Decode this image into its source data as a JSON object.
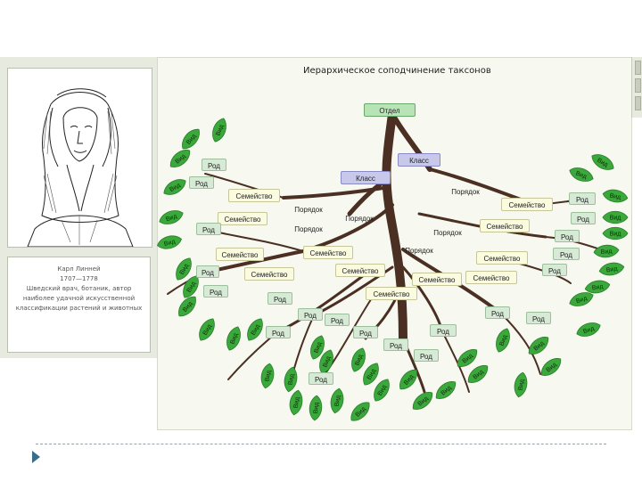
{
  "diagram": {
    "title": "Иерархическое соподчинение таксонов",
    "otdel": "Отдел",
    "klass": "Класс",
    "poryadok": "Порядок",
    "semeistvo": "Семейство",
    "rod": "Род",
    "vid": "Вид"
  },
  "portrait": {
    "caption_lines": [
      "Карл Линней",
      "1707—1778",
      "Шведский врач, ботаник, автор",
      "наиболее удачной искусственной",
      "классификации растений и животных"
    ]
  },
  "colors": {
    "trunk": "#4a2f22",
    "leaf": "#3aa83a",
    "otdel": "#b7e4b7",
    "klass": "#c8c8ea",
    "poryadok": "#f6cdbc",
    "semeistvo": "#fbfbe0",
    "rod": "#d6ead6"
  }
}
